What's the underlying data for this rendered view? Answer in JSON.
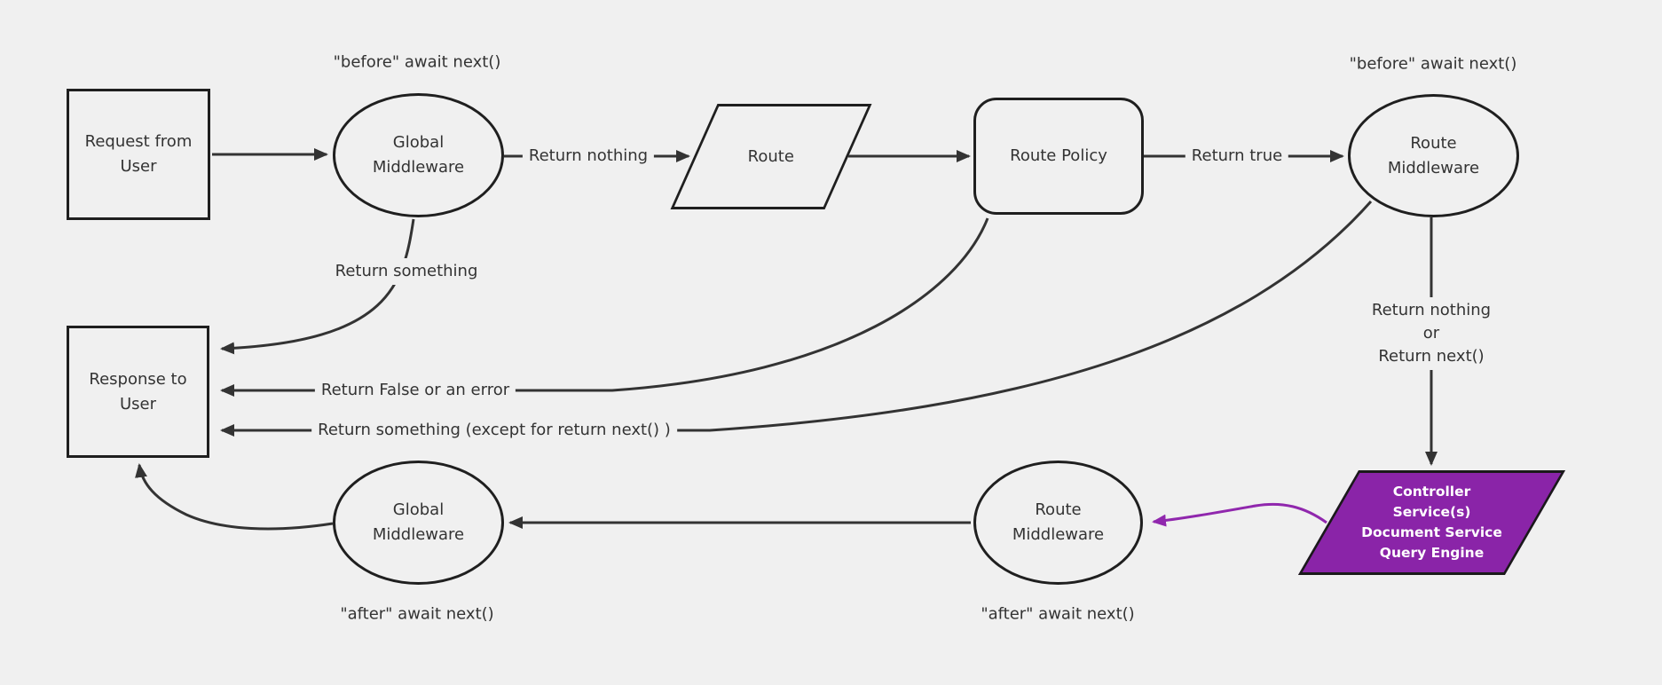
{
  "colors": {
    "background": "#f0f0f0",
    "node_fill": "#f0f0f0",
    "node_border": "#1f1f1f",
    "line": "#333333",
    "text": "#333333",
    "purple_fill": "#8a24a8",
    "purple_border": "#1a1a1a",
    "purple_arrow": "#9027ad",
    "purple_text": "#ffffff"
  },
  "nodes": {
    "request": {
      "lines": [
        "Request from",
        "User"
      ]
    },
    "global_middleware_top": {
      "lines": [
        "Global",
        "Middleware"
      ]
    },
    "route": {
      "label": "Route"
    },
    "route_policy": {
      "label": "Route Policy"
    },
    "route_middleware_top": {
      "lines": [
        "Route",
        "Middleware"
      ]
    },
    "response": {
      "lines": [
        "Response to",
        "User"
      ]
    },
    "controller": {
      "lines": [
        "Controller",
        "Service(s)",
        "Document Service",
        "Query Engine"
      ]
    },
    "route_middleware_bottom": {
      "lines": [
        "Route",
        "Middleware"
      ]
    },
    "global_middleware_bottom": {
      "lines": [
        "Global",
        "Middleware"
      ]
    }
  },
  "edge_labels": {
    "return_nothing": "Return nothing",
    "return_true": "Return true",
    "return_something": "Return something",
    "return_false_or_error": "Return False or an error",
    "return_something_except": "Return something (except for return next() )",
    "return_nothing_or": {
      "lines": [
        "Return nothing",
        "or",
        "Return next()"
      ]
    }
  },
  "annotations": {
    "global_before": "\"before\" await next()",
    "route_before": "\"before\" await next()",
    "route_after": "\"after\" await next()",
    "global_after": "\"after\" await next()"
  }
}
